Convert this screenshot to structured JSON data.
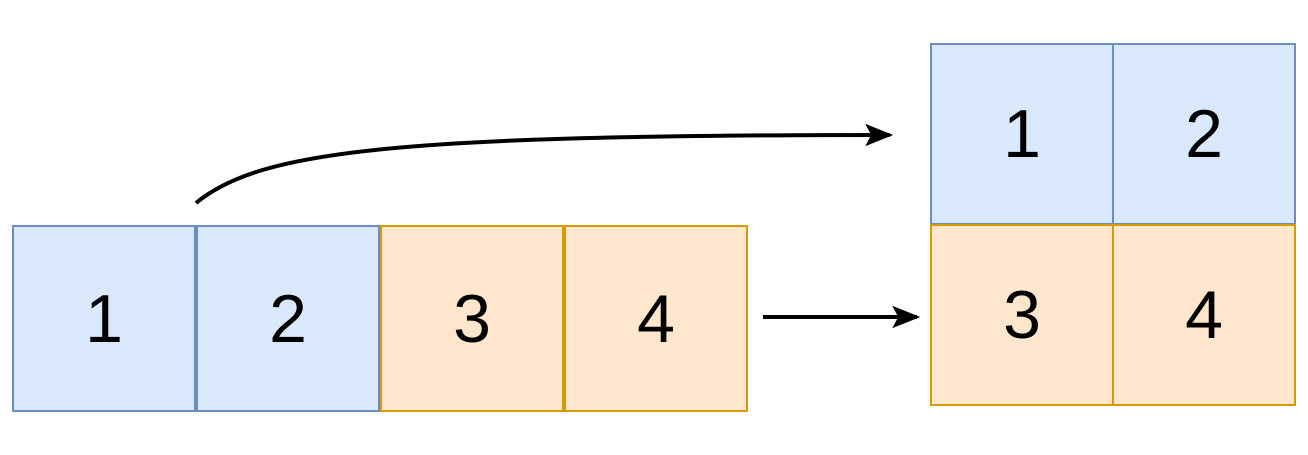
{
  "diagram": {
    "title": "array-reshape-1d-to-2d",
    "colors": {
      "blue_fill": "#dae8fc",
      "blue_stroke": "#6c8ebf",
      "orange_fill": "#ffe6cc",
      "orange_stroke": "#d79b00",
      "arrow_stroke": "#000000",
      "background": "#ffffff"
    }
  },
  "source_array": {
    "name": "source-1d-array",
    "shape": "1 x 4",
    "cells": [
      {
        "value": "1",
        "color": "blue"
      },
      {
        "value": "2",
        "color": "blue"
      },
      {
        "value": "3",
        "color": "orange"
      },
      {
        "value": "4",
        "color": "orange"
      }
    ]
  },
  "result_matrix": {
    "name": "result-2d-matrix",
    "shape": "2 x 2",
    "rows": [
      {
        "cells": [
          {
            "value": "1",
            "color": "blue"
          },
          {
            "value": "2",
            "color": "blue"
          }
        ]
      },
      {
        "cells": [
          {
            "value": "3",
            "color": "orange"
          },
          {
            "value": "4",
            "color": "orange"
          }
        ]
      }
    ]
  },
  "arrows": [
    {
      "name": "curved-arrow-row1",
      "style": "curved",
      "from_label": "source cells 1-2",
      "to_label": "matrix row 1"
    },
    {
      "name": "straight-arrow-row2",
      "style": "straight",
      "from_label": "source cells 3-4",
      "to_label": "matrix row 2"
    }
  ]
}
